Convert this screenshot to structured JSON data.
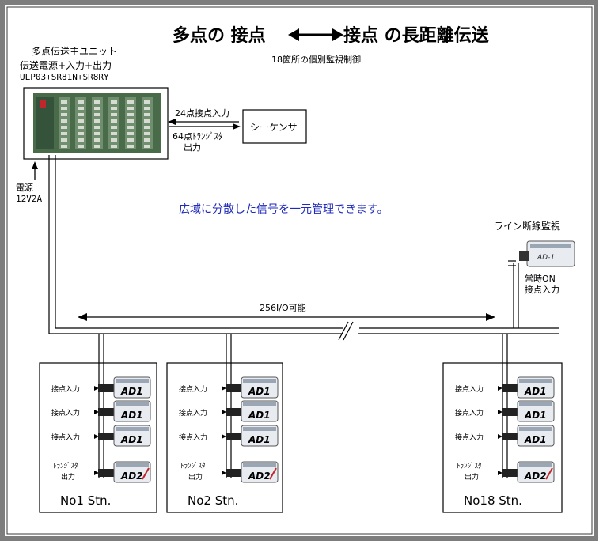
{
  "title": {
    "left": "多点の 接点",
    "right": "接点 の長距離伝送"
  },
  "subtitle": "18箇所の個別監視制御",
  "main_unit": {
    "line1": "多点伝送主ユニット",
    "line2": "伝送電源+入力+出力",
    "line3": "ULP03+SR81N+SR8RY"
  },
  "power": {
    "line1": "電源",
    "line2": "12V2A"
  },
  "sequencer": {
    "label": "シーケンサ",
    "input_label": "24点接点入力",
    "output_line1": "64点ﾄﾗﾝｼﾞｽﾀ",
    "output_line2": "出力"
  },
  "message": "広域に分散した信号を一元管理できます。",
  "line_monitor": {
    "title": "ライン断線監視",
    "device_text": "AD-1",
    "note_line1": "常時ON",
    "note_line2": "接点入力"
  },
  "capacity": "256I/O可能",
  "stations": [
    {
      "name": "No1 Stn.",
      "rows": [
        {
          "l1": "接点入力",
          "l2": "",
          "module": "AD1"
        },
        {
          "l1": "接点入力",
          "l2": "",
          "module": "AD1"
        },
        {
          "l1": "接点入力",
          "l2": "",
          "module": "AD1"
        },
        {
          "l1": "ﾄﾗﾝｼﾞｽﾀ",
          "l2": "出力",
          "module": "AD2"
        }
      ]
    },
    {
      "name": "No2 Stn.",
      "rows": [
        {
          "l1": "接点入力",
          "l2": "",
          "module": "AD1"
        },
        {
          "l1": "接点入力",
          "l2": "",
          "module": "AD1"
        },
        {
          "l1": "接点入力",
          "l2": "",
          "module": "AD1"
        },
        {
          "l1": "ﾄﾗﾝｼﾞｽﾀ",
          "l2": "出力",
          "module": "AD2"
        }
      ]
    },
    {
      "name": "No18 Stn.",
      "rows": [
        {
          "l1": "接点入力",
          "l2": "",
          "module": "AD1"
        },
        {
          "l1": "接点入力",
          "l2": "",
          "module": "AD1"
        },
        {
          "l1": "接点入力",
          "l2": "",
          "module": "AD1"
        },
        {
          "l1": "ﾄﾗﾝｼﾞｽﾀ",
          "l2": "出力",
          "module": "AD2"
        }
      ]
    }
  ],
  "colors": {
    "frame": "#7d7d7d",
    "accent": "#1f2ab8",
    "board": "#4a6b4a",
    "module": "#e8ecf1",
    "red": "#c0262b"
  }
}
